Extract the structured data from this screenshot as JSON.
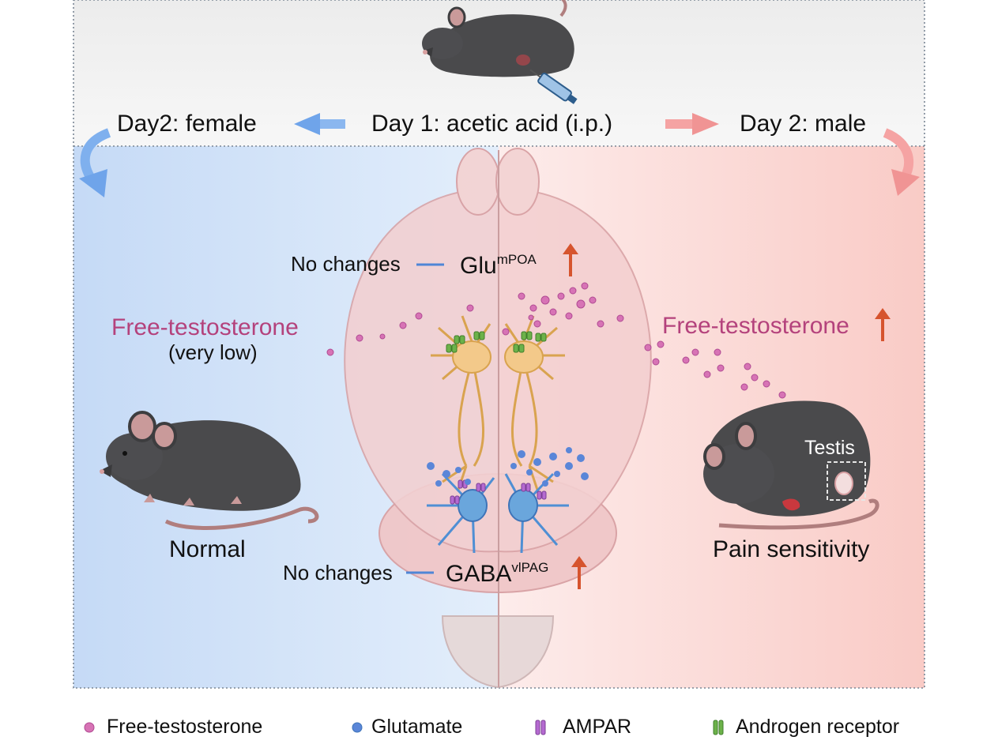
{
  "header": {
    "center": "Day 1: acetic acid (i.p.)",
    "left": "Day2: female",
    "right": "Day 2: male"
  },
  "left_panel": {
    "hormone": "Free-testosterone",
    "hormone_note": "(very low)",
    "mouse_state": "Normal",
    "glu_change": "No changes",
    "gaba_change": "No changes"
  },
  "right_panel": {
    "hormone": "Free-testosterone",
    "mouse_state": "Pain sensitivity",
    "organ": "Testis"
  },
  "neurons": {
    "glu_base": "Glu",
    "glu_sup": "mPOA",
    "gaba_base": "GABA",
    "gaba_sup": "vlPAG"
  },
  "legend": {
    "items": [
      "Free-testosterone",
      "Glutamate",
      "AMPAR",
      "Androgen receptor"
    ]
  },
  "colors": {
    "female": "#cfe0f8",
    "male": "#fbd6d2",
    "up_arrow": "#d6542e",
    "testosterone": "#d773b5",
    "glutamate": "#5a86d8",
    "ampar": "#b56ad1",
    "androgen_receptor": "#6cb24a",
    "glu_neuron": "#e9b561",
    "gaba_neuron": "#6aa6dc"
  }
}
